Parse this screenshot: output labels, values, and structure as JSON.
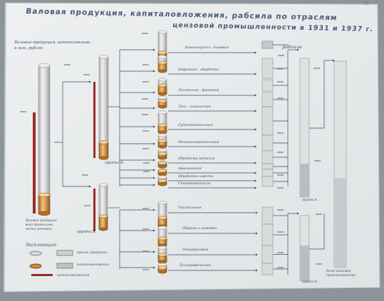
{
  "title": {
    "line1": "Валовая продукция, капиталовложения, рабсила по отраслям",
    "line2": "цензовой промышленности в 1931 и 1937 г."
  },
  "page_mark": "75",
  "labels": {
    "top_left": [
      "Валовая продукция, капиталовлож.",
      "в млн. рублях"
    ],
    "rabsila": "рабсила",
    "group_a": "группа А.",
    "group_b": "группа Б.",
    "gross_caption": [
      "Валовая продукция",
      "всей промышлен-",
      "ности цензовой."
    ],
    "right_caption": [
      "Всего цензовой",
      "промышленности"
    ],
    "legend_title": "Экспликация:",
    "legend": [
      "произв. продукция",
      "капиталовложения",
      "капиталовложения"
    ]
  },
  "industries": [
    "Каменноуголь - дымовая",
    "Нефтяная - обработка",
    "Лесопильно - фанерная",
    "Лесо - химическая",
    "Судостроительная",
    "Машиностроительная",
    "Обработка металла",
    "Авиационная",
    "Обработка извести",
    "Стройматериалы",
    "Текстильная",
    "Обувная и кожевен.",
    "Пищевкусовая",
    "Полиграфическая"
  ],
  "colors": {
    "background": "#8c9599",
    "paper": "#e6e9ea",
    "ink": "#3e4a66",
    "red_bar": "#9c2b2b",
    "cylinder_orange": "#cf8a3c",
    "cylinder_grey": "#c7c7c7"
  }
}
